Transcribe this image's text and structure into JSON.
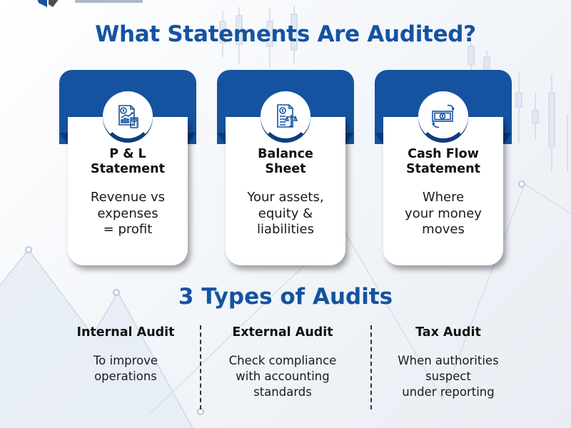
{
  "header": {
    "title": "What Statements Are Audited?"
  },
  "statements": [
    {
      "name_line1": "P & L",
      "name_line2": "Statement",
      "desc_line1": "Revenue vs",
      "desc_line2": "expenses",
      "desc_line3": "= profit",
      "icon": "financial-report-calculator-icon"
    },
    {
      "name_line1": "Balance",
      "name_line2": "Sheet",
      "desc_line1": "Your assets,",
      "desc_line2": "equity &",
      "desc_line3": "liabilities",
      "icon": "document-scales-icon"
    },
    {
      "name_line1": "Cash Flow",
      "name_line2": "Statement",
      "desc_line1": "Where",
      "desc_line2": "your money",
      "desc_line3": "moves",
      "icon": "cash-exchange-icon"
    }
  ],
  "audits_section": {
    "title": "3 Types of Audits",
    "items": [
      {
        "name": "Internal Audit",
        "desc_line1": "To improve",
        "desc_line2": "operations",
        "desc_line3": ""
      },
      {
        "name": "External Audit",
        "desc_line1": "Check compliance",
        "desc_line2": "with accounting",
        "desc_line3": "standards"
      },
      {
        "name": "Tax Audit",
        "desc_line1": "When authorities",
        "desc_line2": "suspect",
        "desc_line3": "under reporting"
      }
    ]
  },
  "colors": {
    "brand_blue": "#1553a0",
    "dark_blue": "#0e3e7c",
    "text": "#111111"
  }
}
